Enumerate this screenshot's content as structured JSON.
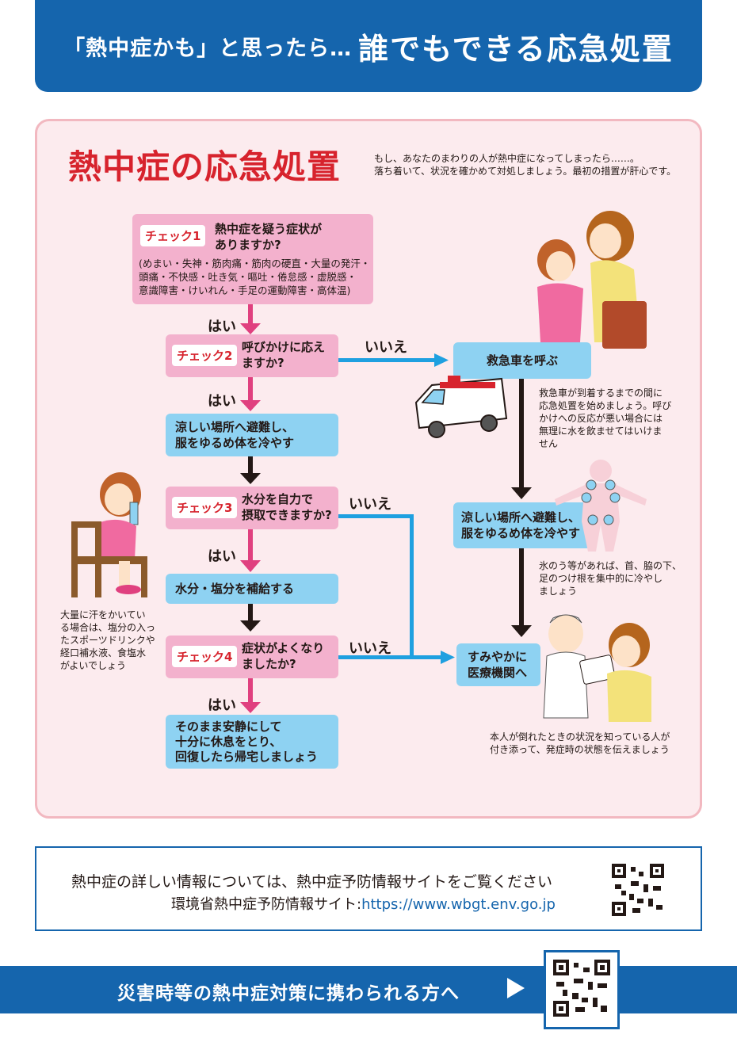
{
  "header": {
    "pre": "「熱中症かも」と思ったら…",
    "main": "誰でもできる応急処置"
  },
  "panel": {
    "title": "熱中症の応急処置",
    "intro_line1": "もし、あなたのまわりの人が熱中症になってしまったら……。",
    "intro_line2": "落ち着いて、状況を確かめて対処しましょう。最初の措置が肝心です。"
  },
  "flow": {
    "check1": {
      "tag": "チェック1",
      "question_line1": "熱中症を疑う症状が",
      "question_line2": "ありますか?",
      "symptoms_line1": "(めまい・失神・筋肉痛・筋肉の硬直・大量の発汗・",
      "symptoms_line2": "頭痛・不快感・吐き気・嘔吐・倦怠感・虚脱感・",
      "symptoms_line3": "意識障害・けいれん・手足の運動障害・高体温)"
    },
    "yes1": "はい",
    "check2": {
      "tag": "チェック2",
      "question_line1": "呼びかけに応え",
      "question_line2": "ますか?"
    },
    "no2": "いいえ",
    "yes2": "はい",
    "cool_left_line1": "涼しい場所へ避難し、",
    "cool_left_line2": "服をゆるめ体を冷やす",
    "check3": {
      "tag": "チェック3",
      "question_line1": "水分を自力で",
      "question_line2": "摂取できますか?"
    },
    "no3": "いいえ",
    "yes3": "はい",
    "hydrate": "水分・塩分を補給する",
    "check4": {
      "tag": "チェック4",
      "question_line1": "症状がよくなり",
      "question_line2": "ましたか?"
    },
    "no4": "いいえ",
    "yes4": "はい",
    "rest_line1": "そのまま安静にして",
    "rest_line2": "十分に休息をとり、",
    "rest_line3": "回復したら帰宅しましょう",
    "ambulance": "救急車を呼ぶ",
    "ambulance_note": [
      "救急車が到着するまでの間に",
      "応急処置を始めましょう。呼び",
      "かけへの反応が悪い場合には",
      "無理に水を飲ませてはいけま",
      "せん"
    ],
    "cool_right_line1": "涼しい場所へ避難し、",
    "cool_right_line2": "服をゆるめ体を冷やす",
    "ice_note": [
      "氷のう等があれば、首、脇の下、",
      "足のつけ根を集中的に冷やし",
      "ましょう"
    ],
    "hospital_line1": "すみやかに",
    "hospital_line2": "医療機関へ",
    "hospital_note": [
      "本人が倒れたときの状況を知っている人が",
      "付き添って、発症時の状態を伝えましょう"
    ],
    "drink_note": [
      "大量に汗をかいてい",
      "る場合は、塩分の入っ",
      "たスポーツドリンクや",
      "経口補水液、食塩水",
      "がよいでしょう"
    ]
  },
  "info": {
    "line1": "熱中症の詳しい情報については、熱中症予防情報サイトをご覧ください",
    "line2_prefix": "環境省熱中症予防情報サイト:",
    "url": "https://www.wbgt.env.go.jp"
  },
  "bottom": {
    "text": "災害時等の熱中症対策に携わられる方へ"
  },
  "colors": {
    "brand_blue": "#1565ad",
    "title_red": "#d7232d",
    "yes_arrow": "#e0407f",
    "no_arrow": "#1fa0e0",
    "pink_box": "#f3b1cd",
    "blue_box": "#8ed2f2",
    "panel_bg": "#fcebee"
  },
  "icons": [
    "girl-dizzy-illustration",
    "ambulance-illustration",
    "body-cooling-illustration",
    "nurse-illustration",
    "girl-drinking-illustration",
    "qr-code-icon"
  ]
}
